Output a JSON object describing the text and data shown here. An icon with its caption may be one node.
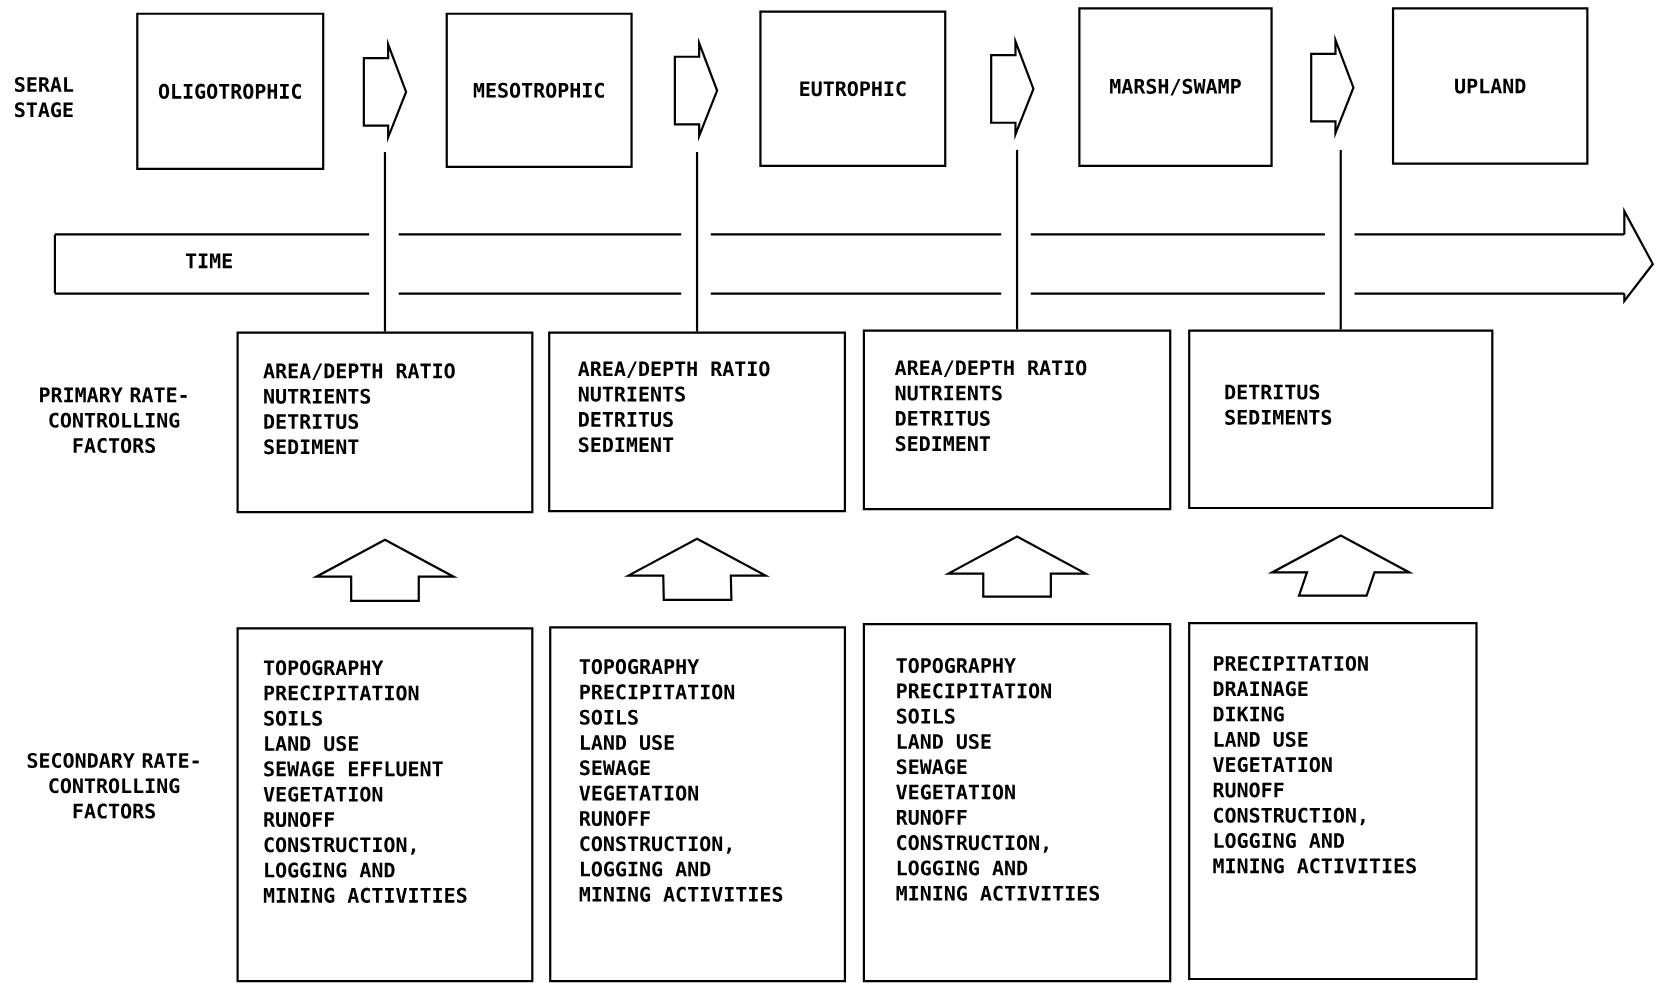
{
  "diagram": {
    "nodes": [
      {
        "text": [
          "OLIGOTROPHIC"
        ]
      },
      {
        "text": [
          "MESOTROPHIC"
        ]
      },
      {
        "text": [
          "EUTROPHIC"
        ]
      },
      {
        "text": [
          "MARSH/SWAMP"
        ]
      },
      {
        "text": [
          "UPLAND"
        ]
      },
      {
        "text": [
          "TIME"
        ]
      },
      {
        "text": [
          "AREA/DEPTH RATIO",
          "NUTRIENTS",
          "DETRITUS",
          "SEDIMENT"
        ]
      },
      {
        "text": [
          "AREA/DEPTH RATIO",
          "NUTRIENTS",
          "DETRITUS",
          "SEDIMENT"
        ]
      },
      {
        "text": [
          "AREA/DEPTH RATIO",
          "NUTRIENTS",
          "DETRITUS",
          "SEDIMENT"
        ]
      },
      {
        "text": [
          "DETRITUS",
          "SEDIMENTS"
        ]
      },
      {
        "text": [
          "TOPOGRAPHY",
          "PRECIPITATION",
          "SOILS",
          "LAND USE",
          "SEWAGE EFFLUENT",
          "VEGETATION",
          "RUNOFF",
          "CONSTRUCTION,",
          "LOGGING AND",
          "MINING ACTIVITIES"
        ]
      },
      {
        "text": [
          "TOPOGRAPHY",
          "PRECIPITATION",
          "SOILS",
          "LAND USE",
          "SEWAGE",
          "VEGETATION",
          "RUNOFF",
          "CONSTRUCTION,",
          "LOGGING AND",
          "MINING ACTIVITIES"
        ]
      },
      {
        "text": [
          "TOPOGRAPHY",
          "PRECIPITATION",
          "SOILS",
          "LAND USE",
          "SEWAGE",
          "VEGETATION",
          "RUNOFF",
          "CONSTRUCTION,",
          "LOGGING AND",
          "MINING ACTIVITIES"
        ]
      },
      {
        "text": [
          "PRECIPITATION",
          "DRAINAGE",
          "DIKING",
          "LAND USE",
          "VEGETATION",
          "RUNOFF",
          "CONSTRUCTION,",
          "LOGGING AND",
          "MINING ACTIVITIES"
        ]
      }
    ],
    "edges": [
      {
        "from": 0,
        "to": 1,
        "arrow": "to"
      },
      {
        "from": 1,
        "to": 2,
        "arrow": "to"
      },
      {
        "from": 2,
        "to": 3,
        "arrow": "to"
      },
      {
        "from": 3,
        "to": 4,
        "arrow": "to"
      },
      {
        "from": null,
        "to": 6,
        "arrow": "none"
      },
      {
        "from": null,
        "to": 7,
        "arrow": "none"
      },
      {
        "from": null,
        "to": 8,
        "arrow": "none"
      },
      {
        "from": null,
        "to": 9,
        "arrow": "none"
      },
      {
        "from": 10,
        "to": 6,
        "arrow": "to"
      },
      {
        "from": 11,
        "to": 7,
        "arrow": "to"
      },
      {
        "from": 12,
        "to": 8,
        "arrow": "to"
      },
      {
        "from": 13,
        "to": 9,
        "arrow": "to"
      }
    ],
    "labels": [
      "SERAL STAGE",
      "PRIMARY RATE-CONTROLLING FACTORS",
      "SECONDARY RATE-CONTROLLING FACTORS"
    ]
  }
}
